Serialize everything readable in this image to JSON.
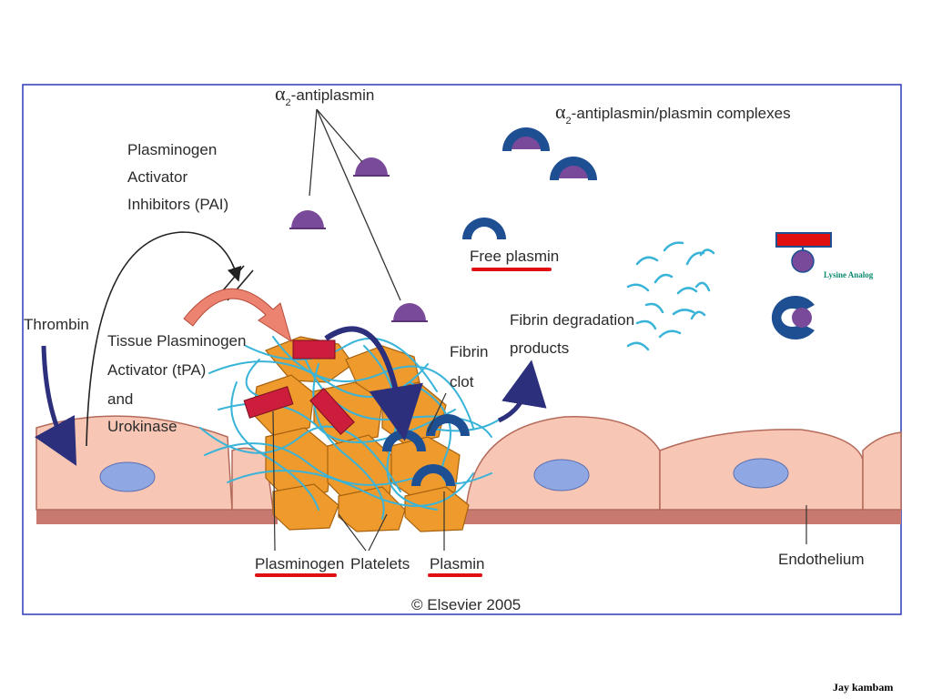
{
  "labels": {
    "alpha_symbol": "α",
    "alpha_sub": "2",
    "alpha2_antiplasmin": "-antiplasmin",
    "alpha2_complexes": "-antiplasmin/plasmin complexes",
    "pai_line1": "Plasminogen",
    "pai_line2": "Activator",
    "pai_line3": "Inhibitors (PAI)",
    "free_plasmin": "Free plasmin",
    "thrombin": "Thrombin",
    "tpa_line1": "Tissue Plasminogen",
    "tpa_line2": "Activator (tPA)",
    "tpa_line3": "and",
    "tpa_line4": "Urokinase",
    "fibrin_clot_line1": "Fibrin",
    "fibrin_clot_line2": "clot",
    "fdp_line1": "Fibrin degradation",
    "fdp_line2": "products",
    "plasminogen": "Plasminogen",
    "platelets": "Platelets",
    "plasmin": "Plasmin",
    "endothelium": "Endothelium",
    "copyright": "© Elsevier 2005",
    "lysine_analog": "Lysine Analog",
    "author": "Jay kambam"
  },
  "colors": {
    "frame": "#2d3bb8",
    "purple": "#7a4a9a",
    "plasmin_blue": "#1e4f93",
    "fibrin": "#39b4d8",
    "platelet": "#ef9a2c",
    "cell": "#f7c6b4",
    "nucleus": "#8fa8e4",
    "plasminogen_red": "#cc1e3c",
    "underline_red": "#e01010",
    "arrow_navy": "#2c2f7c",
    "arrow_salmon": "#ec8270",
    "lysine_teal": "#0a8a6e"
  },
  "icons": [
    "antiplasmin-icon",
    "plasmin-icon",
    "plasminogen-icon",
    "lysine-analog-icon",
    "arrow-icon"
  ]
}
